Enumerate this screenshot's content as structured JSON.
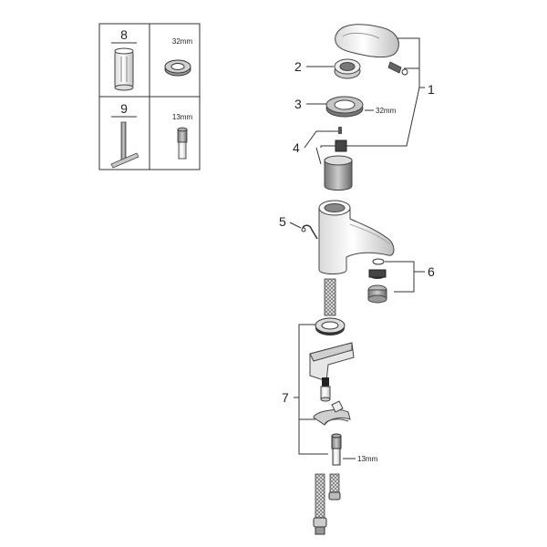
{
  "legend": {
    "kit8": {
      "number": "8",
      "size": "32mm"
    },
    "kit9": {
      "number": "9",
      "size": "13mm"
    }
  },
  "callouts": {
    "c1": "1",
    "c2": "2",
    "c3": "3",
    "c4": "4",
    "c5": "5",
    "c6": "6",
    "c7": "7"
  },
  "dimensions": {
    "nut": "32mm",
    "stud": "13mm"
  },
  "colors": {
    "line": "#333333",
    "part_light": "#f2f2f2",
    "part_mid": "#bdbdbd",
    "part_dark": "#555555"
  }
}
